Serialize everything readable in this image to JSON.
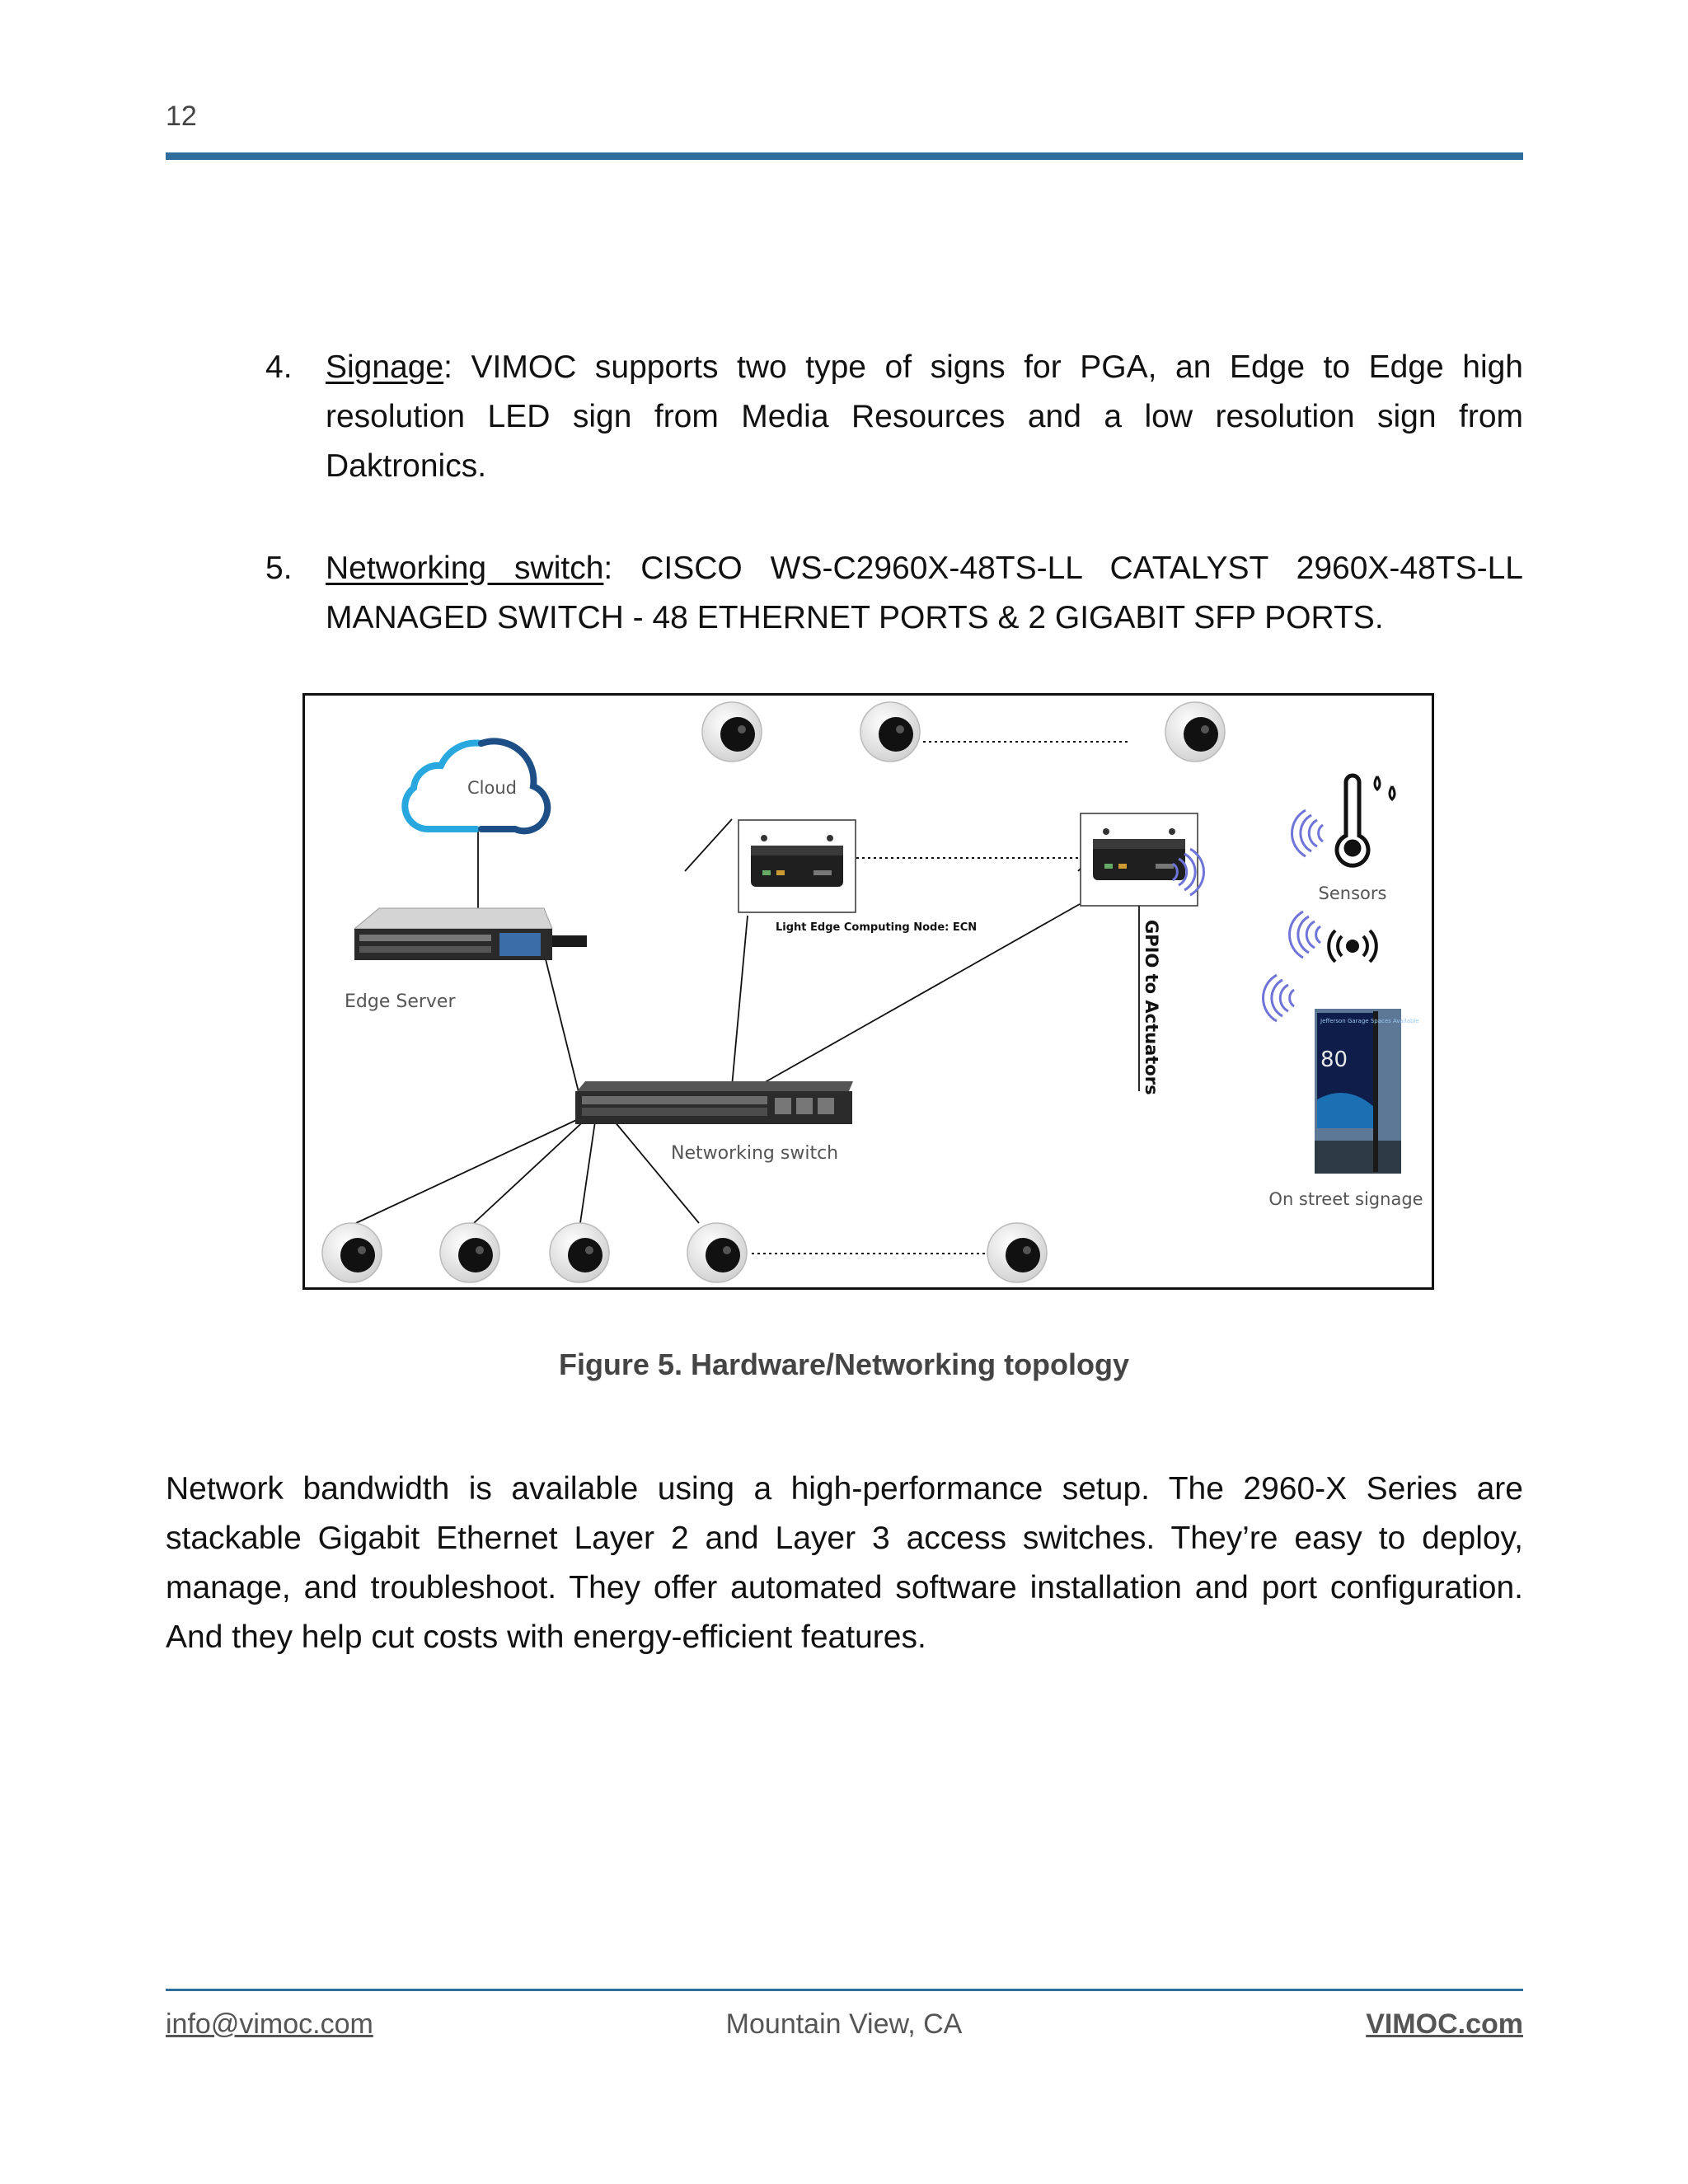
{
  "header": {
    "page_number": "12"
  },
  "list": [
    {
      "number": "4.",
      "term": "Signage",
      "text": ": VIMOC supports two type of signs for PGA, an Edge to Edge high resolution LED sign from Media Resources and a  low resolution sign from Daktronics."
    },
    {
      "number": "5.",
      "term": "Networking switch",
      "text": ": CISCO WS-C2960X-48TS-LL CATALYST 2960X-48TS-LL MANAGED SWITCH - 48 ETHERNET PORTS & 2 GIGABIT SFP PORTS."
    }
  ],
  "figure": {
    "labels": {
      "cloud": "Cloud",
      "edge_server": "Edge Server",
      "ecn": "Light Edge Computing Node: ECN",
      "gpio": "GPIO to Actuators",
      "networking_switch": "Networking switch",
      "sensors": "Sensors",
      "signage": "On street signage",
      "sign_value": "80",
      "sign_top_text": "Jefferson Garage Spaces Available"
    },
    "colors": {
      "cloud_light": "#29a8e0",
      "cloud_dark": "#1d4f86",
      "wifi": "#6f74d8"
    },
    "caption": "Figure 5. Hardware/Networking topology"
  },
  "paragraph": "Network bandwidth is available using a high-performance setup. The  2960-X Series are stackable Gigabit Ethernet Layer 2 and Layer 3 access switches. They’re easy to deploy, manage, and troubleshoot. They offer automated software installation and port configuration. And they help cut costs with energy-efficient features.",
  "footer": {
    "email": "info@vimoc.com",
    "location": "Mountain View, CA",
    "website": "VIMOC.com"
  }
}
